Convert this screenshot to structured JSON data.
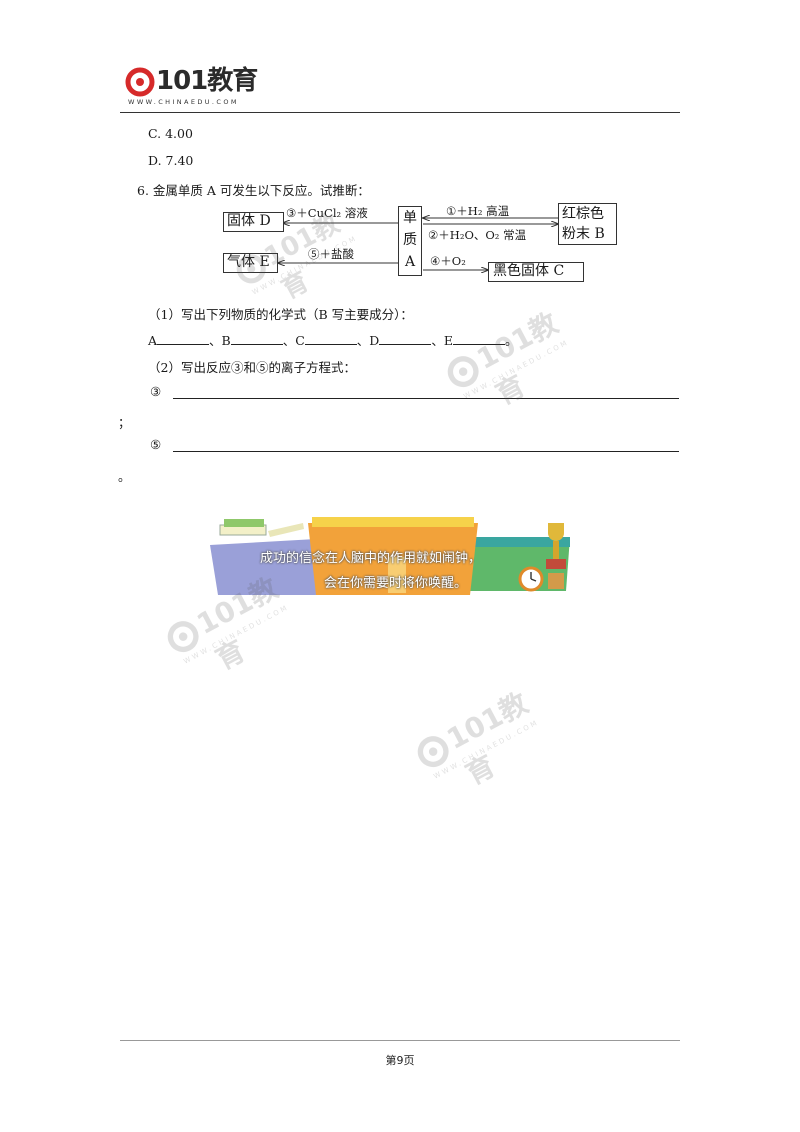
{
  "header": {
    "logo_text": "101教育",
    "logo_sub": "WWW.CHINAEDU.COM",
    "logo_color": "#d62a2a"
  },
  "options": {
    "c": "C. 4.00",
    "d": "D. 7.40"
  },
  "question": {
    "title": "6.  金属单质 A 可发生以下反应。试推断：",
    "diagram": {
      "center": [
        "单",
        "质",
        "A"
      ],
      "solid_d": "固体 D",
      "gas_e": "气体 E",
      "red_b_line1": "红棕色",
      "red_b_line2": "粉末 B",
      "black_c": "黑色固体 C",
      "r3": "③＋CuCl₂ 溶液",
      "r5": "⑤＋盐酸",
      "r1": "①＋H₂ 高温",
      "r2": "②＋H₂O、O₂ 常温",
      "r4": "④＋O₂"
    },
    "part1": "（1）写出下列物质的化学式（B 写主要成分）：",
    "labels": {
      "a": "A",
      "b": "、B",
      "c": "、C",
      "d": "、D",
      "e": "、E",
      "end": "。"
    },
    "part2": "（2）写出反应③和⑤的离子方程式：",
    "mark3": "③",
    "mark5": "⑤",
    "semicolon": "；",
    "period": "。"
  },
  "banner": {
    "line1": "成功的信念在人脑中的作用就如闹钟，",
    "line2": "会在你需要时将你唤醒。",
    "colors": {
      "purple": "#9aa0d8",
      "orange": "#f2a23a",
      "yellow": "#f6d24a",
      "green": "#5fb86a",
      "teal": "#3aa6a0"
    }
  },
  "watermark": {
    "text": "101教育",
    "sub": "WWW.CHINAEDU.COM"
  },
  "footer": {
    "page": "第9页"
  }
}
